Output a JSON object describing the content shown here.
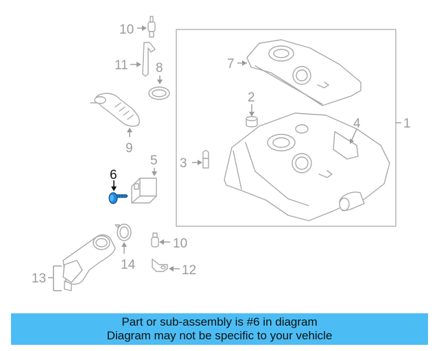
{
  "callouts": {
    "c1": "1",
    "c2": "2",
    "c3": "3",
    "c4": "4",
    "c5": "5",
    "c6": "6",
    "c7": "7",
    "c8": "8",
    "c9": "9",
    "c10a": "10",
    "c10b": "10",
    "c11": "11",
    "c12": "12",
    "c13": "13",
    "c14": "14"
  },
  "highlighted_part": "6",
  "caption": {
    "line1": "Part or sub-assembly is #6 in diagram",
    "line2": "Diagram may not be specific to your vehicle"
  },
  "colors": {
    "caption_bg": "#4cbdf4",
    "highlight_part": "#1e88e5",
    "line_art": "#a8a8a8"
  }
}
